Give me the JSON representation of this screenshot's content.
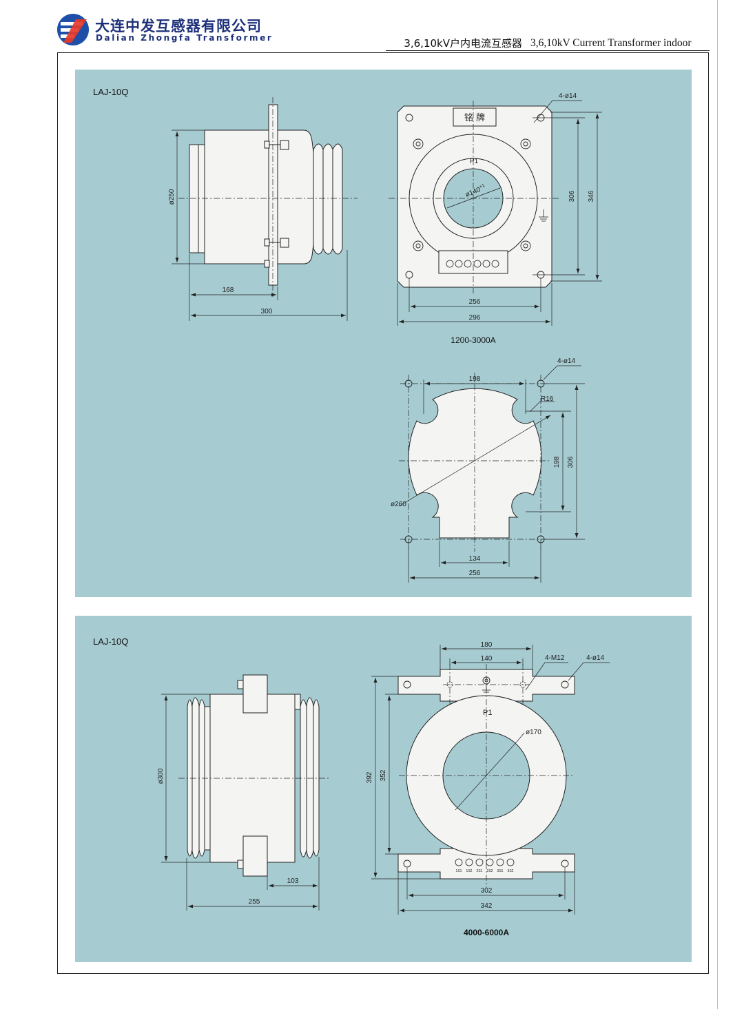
{
  "header": {
    "company_cn": "大连中发互感器有限公司",
    "company_en": "Dalian Zhongfa Transformer",
    "product_cn": "3,6,10kV户内电流互感器",
    "product_en": "3,6,10kV Current Transformer indoor"
  },
  "colors": {
    "panel": "#a6cbd1",
    "body": "#f4f5f2",
    "brand": "#1d2f7a",
    "line": "#222222"
  },
  "panel1": {
    "model": "LAJ-10Q",
    "side": {
      "dia": "ø250",
      "d168": "168",
      "d300": "300"
    },
    "front": {
      "nameplate": "铭 牌",
      "p1": "P1",
      "bore": "ø140",
      "bore_tol": "+1",
      "holes": "4-ø14",
      "d306": "306",
      "d346": "346",
      "d256": "256",
      "d296": "296"
    },
    "caption": "1200-3000A",
    "plan": {
      "holes": "4-ø14",
      "d198_top": "198",
      "r16": "R16",
      "d198_v": "198",
      "d306": "306",
      "dia": "ø260",
      "d134": "134",
      "d256": "256"
    }
  },
  "panel2": {
    "model": "LAJ-10Q",
    "side": {
      "dia": "ø300",
      "d103": "103",
      "d255": "255"
    },
    "front": {
      "d180": "180",
      "d140": "140",
      "m12": "4-M12",
      "holes": "4-ø14",
      "p1": "P1",
      "bore": "ø170",
      "d392": "392",
      "d352": "352",
      "d302": "302",
      "d342": "342"
    },
    "terminals": [
      "1S1",
      "1S2",
      "2S1",
      "2S2",
      "3S1",
      "3S2"
    ],
    "caption": "4000-6000A"
  }
}
